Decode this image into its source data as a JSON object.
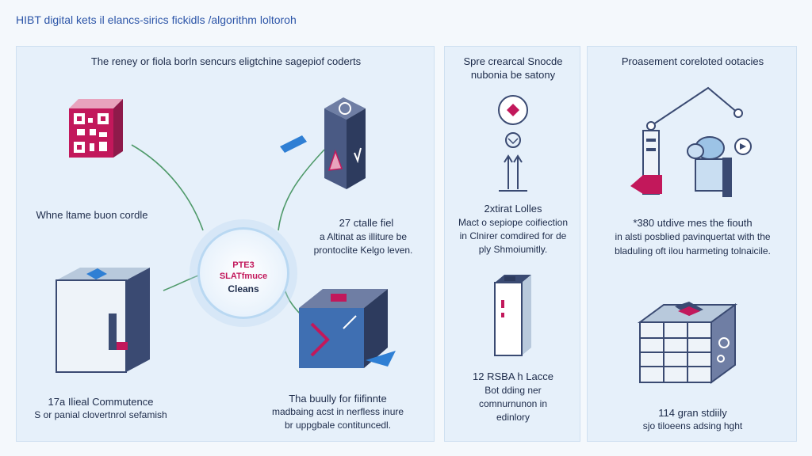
{
  "title": "HIBT digital kets il elancs-sirics fickidls /algorithm loltoroh",
  "panels": [
    {
      "title": "The reney or fiola borln sencurs eligtchine sagepiof coderts",
      "hub": {
        "line1": "PTE3",
        "line2": "SLATfmuce",
        "line3": "Cleans"
      },
      "nodes": [
        {
          "label": "Whne ltame buon cordle"
        },
        {
          "label": "27 ctalle fiel",
          "lines": [
            "a Altinat as illiture be",
            "prontoclite Kelgo leven."
          ]
        },
        {
          "label": "17a Ilieal Commutence",
          "lines": [
            "S or panial clovertnrol sefamish"
          ]
        },
        {
          "label": "Tha buully for fiifinnte",
          "lines": [
            "madbaing acst in nerfless inure",
            "br uppgbale contituncedl."
          ]
        }
      ]
    },
    {
      "title_lines": [
        "Spre crearcal Snocde",
        "nubonia be satony"
      ],
      "nodes": [
        {
          "label": "2xtirat Lolles",
          "lines": [
            "Mact o sepiope coifiection",
            "in Clnirer comdired for de",
            "ply Shmoiumitly."
          ]
        },
        {
          "label": "12 RSBA h Lacce",
          "lines": [
            "Bot dding ner",
            "comnurnunon in",
            "edinlory"
          ]
        }
      ]
    },
    {
      "title": "Proasement coreloted ootacies",
      "nodes": [
        {
          "label": "*380 utdive mes the fiouth",
          "lines": [
            "in alsti posblied pavinquertat with the",
            "bladuling oft ilou harmeting tolnaicile."
          ]
        },
        {
          "label": "114 gran stdiily",
          "lines": [
            "sjo tiloeens adsing hght"
          ]
        }
      ]
    }
  ],
  "colors": {
    "accent_blue": "#2c55a8",
    "magenta": "#c2185b",
    "cube_navy": "#3a4a72",
    "connector_green": "#4f9a6a",
    "panel_bg": "#e6f0fa"
  }
}
